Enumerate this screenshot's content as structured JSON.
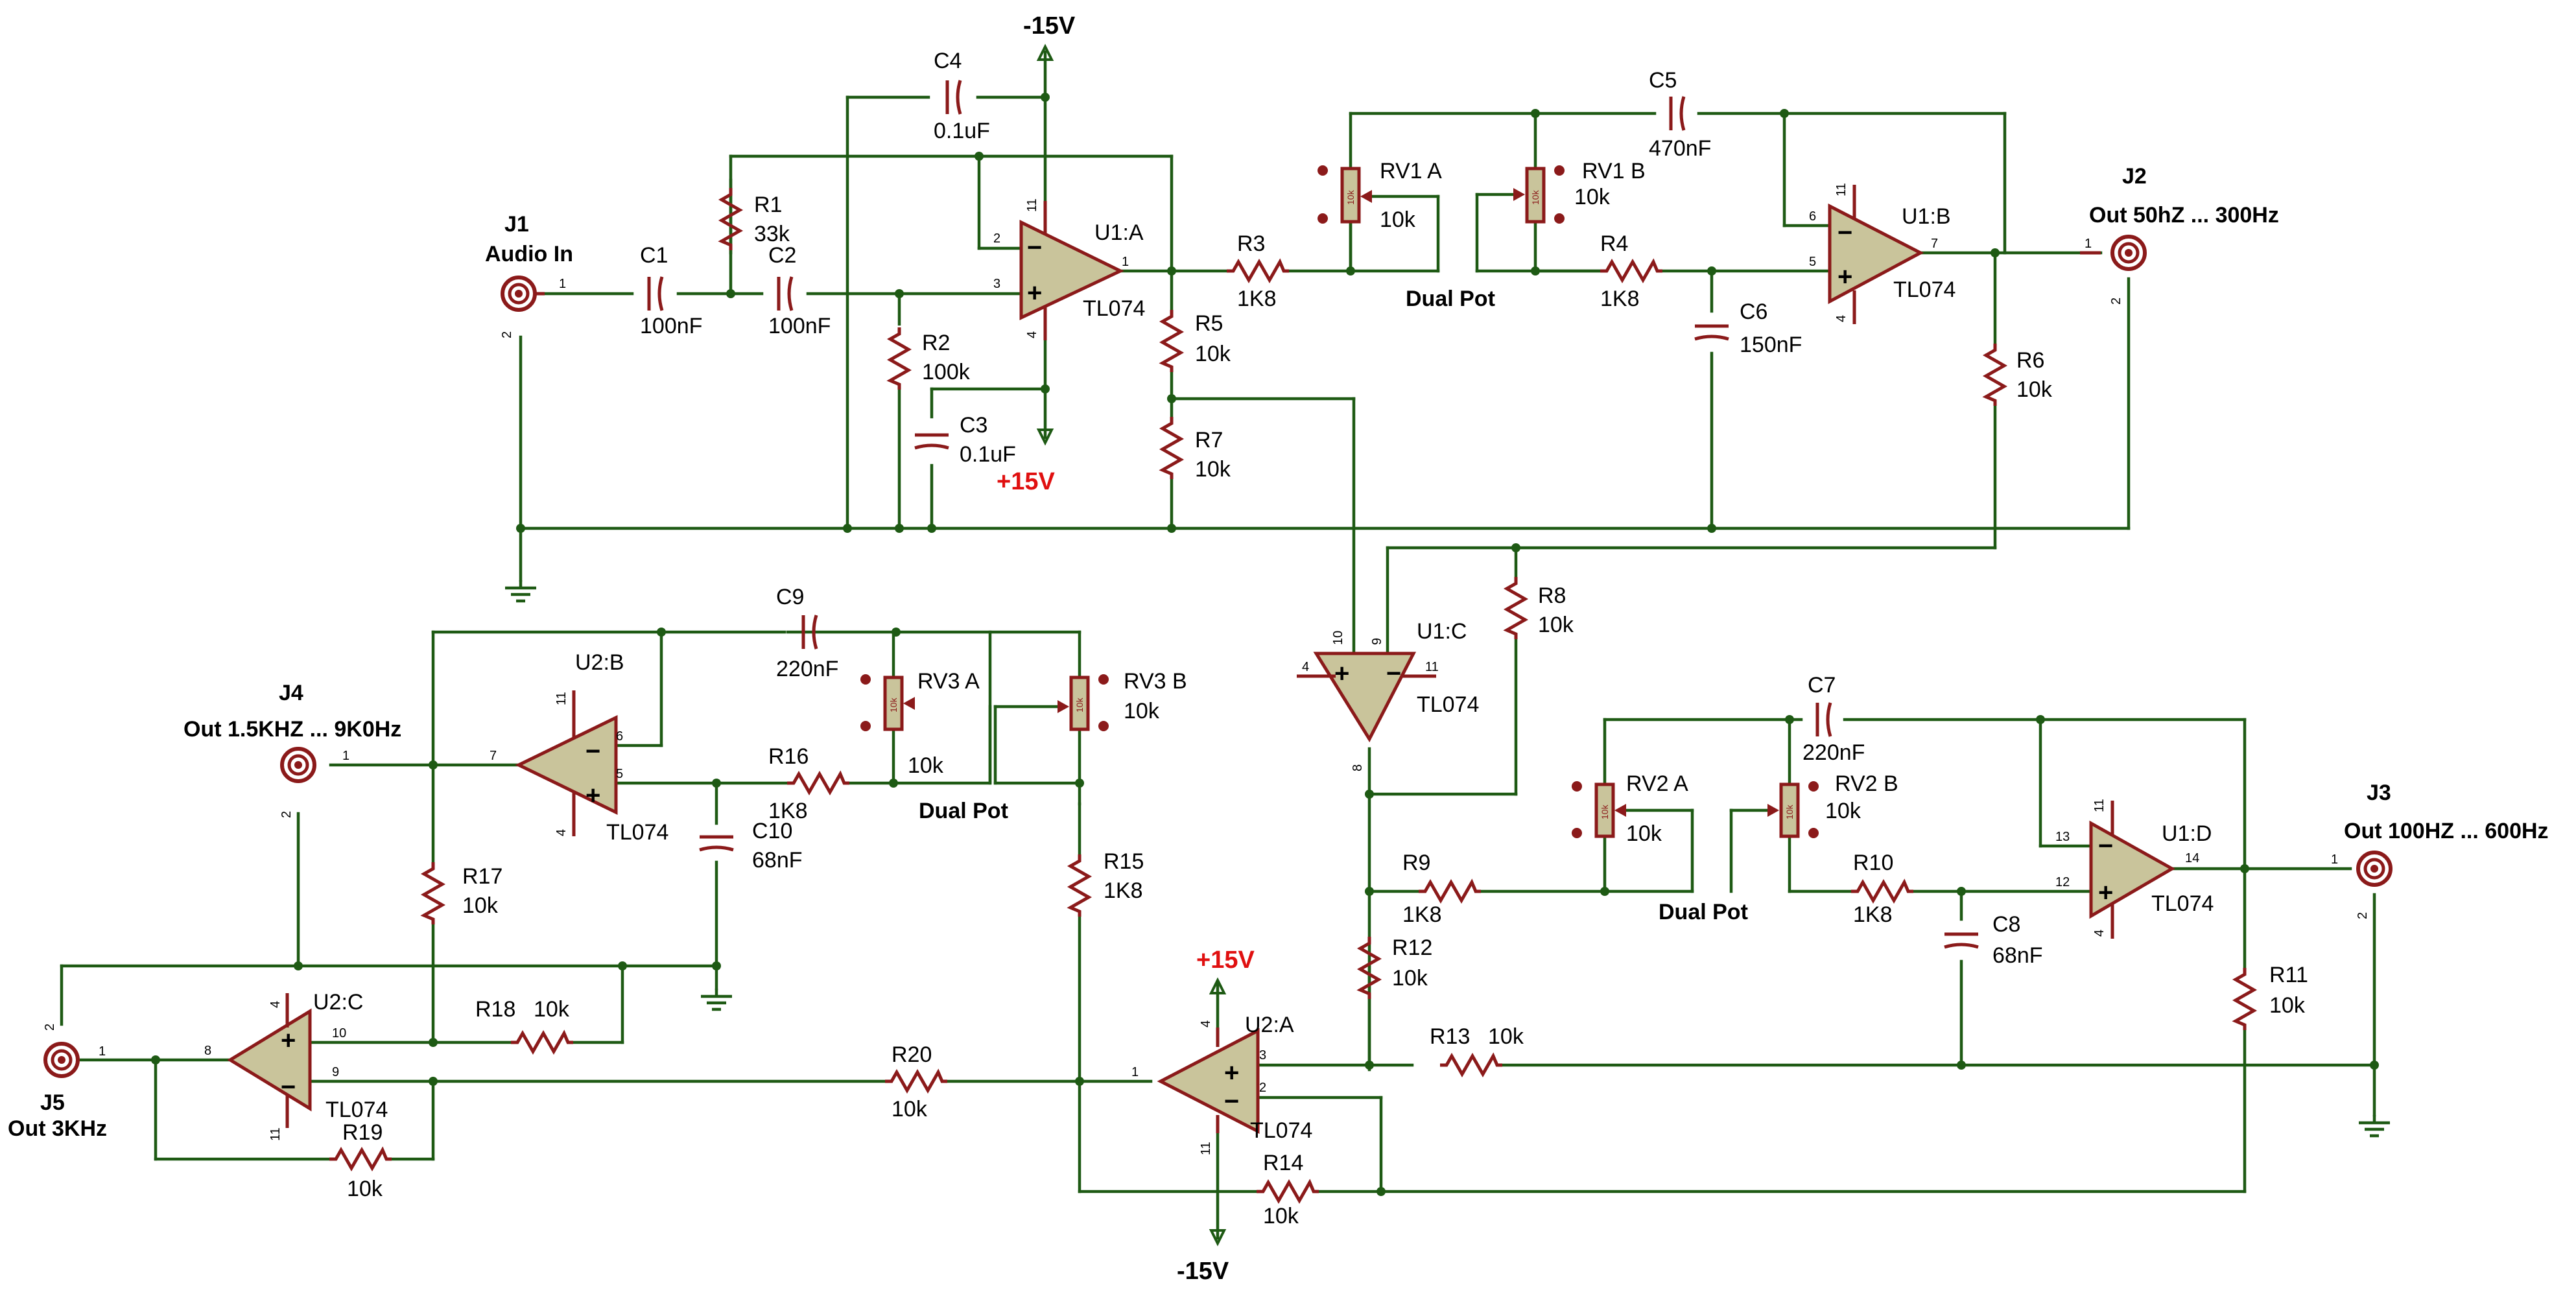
{
  "components": {
    "J1": {
      "ref": "J1",
      "value": "Audio In",
      "pins": [
        "1",
        "2"
      ]
    },
    "J2": {
      "ref": "J2",
      "value": "Out 50hZ ... 300Hz",
      "pins": [
        "1",
        "2"
      ]
    },
    "J3": {
      "ref": "J3",
      "value": "Out 100HZ ... 600Hz",
      "pins": [
        "1",
        "2"
      ]
    },
    "J4": {
      "ref": "J4",
      "value": "Out 1.5KHZ ... 9K0Hz",
      "pins": [
        "1",
        "2"
      ]
    },
    "J5": {
      "ref": "J5",
      "value": "Out 3KHz",
      "pins": [
        "1",
        "2"
      ]
    },
    "C1": {
      "ref": "C1",
      "value": "100nF"
    },
    "C2": {
      "ref": "C2",
      "value": "100nF"
    },
    "C3": {
      "ref": "C3",
      "value": "0.1uF"
    },
    "C4": {
      "ref": "C4",
      "value": "0.1uF"
    },
    "C5": {
      "ref": "C5",
      "value": "470nF"
    },
    "C6": {
      "ref": "C6",
      "value": "150nF"
    },
    "C7": {
      "ref": "C7",
      "value": "220nF"
    },
    "C8": {
      "ref": "C8",
      "value": "68nF"
    },
    "C9": {
      "ref": "C9",
      "value": "220nF"
    },
    "C10": {
      "ref": "C10",
      "value": "68nF"
    },
    "R1": {
      "ref": "R1",
      "value": "33k"
    },
    "R2": {
      "ref": "R2",
      "value": "100k"
    },
    "R3": {
      "ref": "R3",
      "value": "1K8"
    },
    "R4": {
      "ref": "R4",
      "value": "1K8"
    },
    "R5": {
      "ref": "R5",
      "value": "10k"
    },
    "R6": {
      "ref": "R6",
      "value": "10k"
    },
    "R7": {
      "ref": "R7",
      "value": "10k"
    },
    "R8": {
      "ref": "R8",
      "value": "10k"
    },
    "R9": {
      "ref": "R9",
      "value": "1K8"
    },
    "R10": {
      "ref": "R10",
      "value": "1K8"
    },
    "R11": {
      "ref": "R11",
      "value": "10k"
    },
    "R12": {
      "ref": "R12",
      "value": "10k"
    },
    "R13": {
      "ref": "R13",
      "value": "10k"
    },
    "R14": {
      "ref": "R14",
      "value": "10k"
    },
    "R15": {
      "ref": "R15",
      "value": "1K8"
    },
    "R16": {
      "ref": "R16",
      "value": "1K8"
    },
    "R17": {
      "ref": "R17",
      "value": "10k"
    },
    "R18": {
      "ref": "R18",
      "value": "10k"
    },
    "R19": {
      "ref": "R19",
      "value": "10k"
    },
    "R20": {
      "ref": "R20",
      "value": "10k"
    },
    "RV1A": {
      "ref": "RV1 A",
      "value": "10k"
    },
    "RV1B": {
      "ref": "RV1 B",
      "value": "10k"
    },
    "RV2A": {
      "ref": "RV2 A",
      "value": "10k"
    },
    "RV2B": {
      "ref": "RV2 B",
      "value": "10k"
    },
    "RV3A": {
      "ref": "RV3 A",
      "value": "10k"
    },
    "RV3B": {
      "ref": "RV3 B",
      "value": "10k"
    },
    "U1A": {
      "ref": "U1:A",
      "value": "TL074",
      "pins": [
        "2",
        "3",
        "1",
        "11",
        "4"
      ]
    },
    "U1B": {
      "ref": "U1:B",
      "value": "TL074",
      "pins": [
        "6",
        "5",
        "7",
        "11",
        "4"
      ]
    },
    "U1C": {
      "ref": "U1:C",
      "value": "TL074",
      "pins": [
        "10",
        "9",
        "8",
        "4",
        "11"
      ]
    },
    "U1D": {
      "ref": "U1:D",
      "value": "TL074",
      "pins": [
        "13",
        "12",
        "14",
        "11",
        "4"
      ]
    },
    "U2A": {
      "ref": "U2:A",
      "value": "TL074",
      "pins": [
        "3",
        "2",
        "1",
        "4",
        "11"
      ]
    },
    "U2B": {
      "ref": "U2:B",
      "value": "TL074",
      "pins": [
        "6",
        "5",
        "7",
        "11",
        "4"
      ]
    },
    "U2C": {
      "ref": "U2:C",
      "value": "TL074",
      "pins": [
        "10",
        "9",
        "8",
        "4",
        "11"
      ]
    }
  },
  "annotations": {
    "dual_pot": "Dual Pot"
  },
  "rails": {
    "neg_top": "-15V",
    "pos_mid": "+15V",
    "pos_bottom": "+15V",
    "neg_bottom": "-15V"
  },
  "opamp_signs": {
    "minus": "−",
    "plus": "+"
  },
  "pot_body_text": "10k",
  "colors": {
    "wire": "#1e5a14",
    "component": "#8b1a1a",
    "opamp_fill": "#c9c49b",
    "rail_positive": "#e01010",
    "text": "#000000"
  }
}
